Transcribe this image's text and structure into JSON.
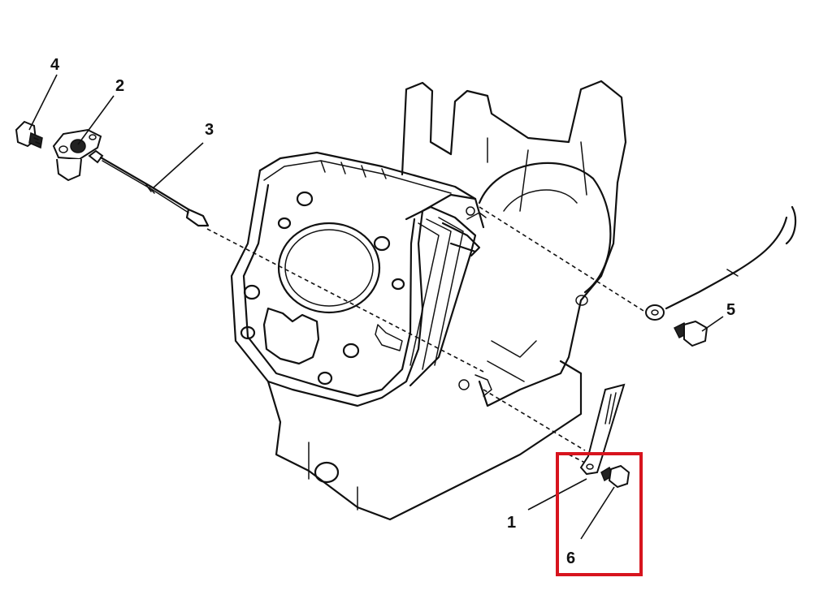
{
  "callouts": {
    "c1": "1",
    "c2": "2",
    "c3": "3",
    "c4": "4",
    "c5": "5",
    "c6": "6"
  },
  "highlight_color": "#d7141e"
}
